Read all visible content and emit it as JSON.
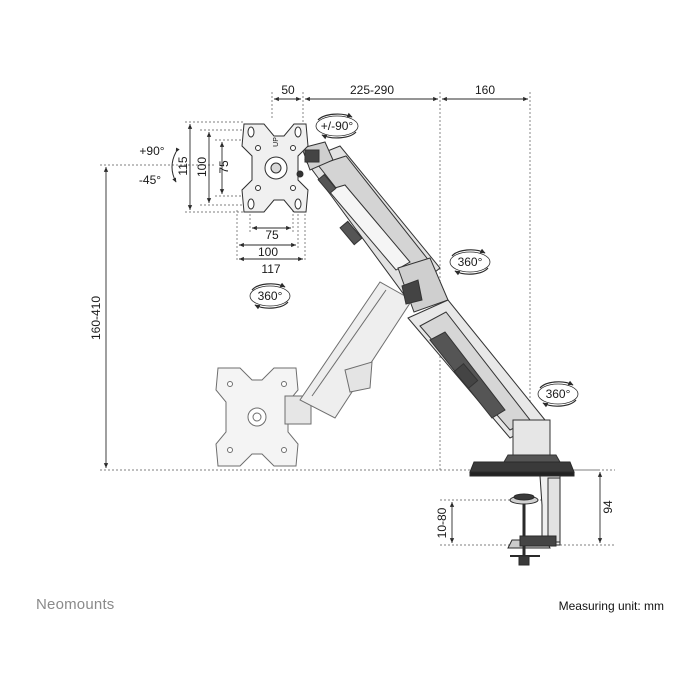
{
  "brand": "Neomounts",
  "units": "Measuring unit: mm",
  "dimensions": {
    "offset_50": "50",
    "arm_225_290": "225-290",
    "arm_160": "160",
    "tilt_plus": "+90°",
    "tilt_minus": "-45°",
    "vesa_115": "115",
    "vesa_100_v": "100",
    "vesa_75_v": "75",
    "vesa_75_h": "75",
    "vesa_100_h": "100",
    "plate_117": "117",
    "height_160_410": "160-410",
    "clamp_10_80": "10-80",
    "base_94": "94"
  },
  "rotations": {
    "rotate_top": "+/-90°",
    "rotate_plate": "360°",
    "rotate_elbow": "360°",
    "rotate_pole": "360°"
  },
  "vesa_marker": "UP",
  "colors": {
    "line": "#2b2b2b",
    "arm": "#d9d9d9",
    "dark": "#3a3a3a",
    "dim": "#555555"
  }
}
